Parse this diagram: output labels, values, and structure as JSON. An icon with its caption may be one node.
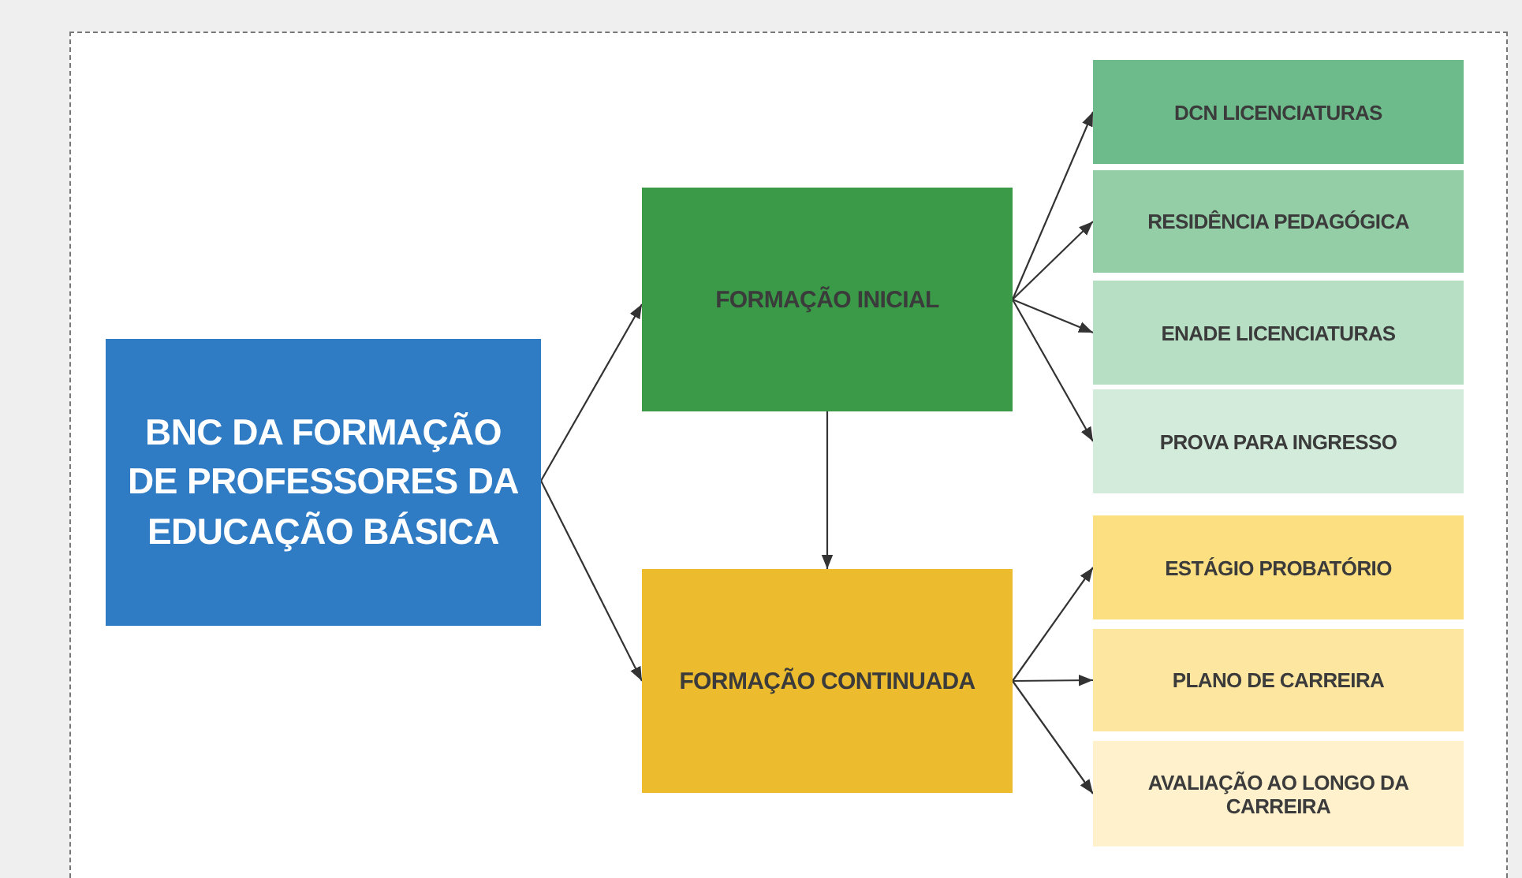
{
  "diagram": {
    "nodes": [
      {
        "text": [
          "BNC DA FORMAÇÃO DE PROFESSORES DA EDUCAÇÃO BÁSICA"
        ]
      },
      {
        "text": [
          "FORMAÇÃO INICIAL"
        ]
      },
      {
        "text": [
          "FORMAÇÃO CONTINUADA"
        ]
      },
      {
        "text": [
          "DCN LICENCIATURAS"
        ]
      },
      {
        "text": [
          "RESIDÊNCIA PEDAGÓGICA"
        ]
      },
      {
        "text": [
          "ENADE LICENCIATURAS"
        ]
      },
      {
        "text": [
          "PROVA PARA INGRESSO"
        ]
      },
      {
        "text": [
          "ESTÁGIO PROBATÓRIO"
        ]
      },
      {
        "text": [
          "PLANO DE CARREIRA"
        ]
      },
      {
        "text": [
          "AVALIAÇÃO AO LONGO DA CARREIRA"
        ]
      }
    ],
    "edges": [
      {
        "from": 0,
        "to": 1,
        "arrow": "to"
      },
      {
        "from": 0,
        "to": 2,
        "arrow": "to"
      },
      {
        "from": 1,
        "to": 2,
        "arrow": "to"
      },
      {
        "from": 1,
        "to": 3,
        "arrow": "to"
      },
      {
        "from": 1,
        "to": 4,
        "arrow": "to"
      },
      {
        "from": 1,
        "to": 5,
        "arrow": "to"
      },
      {
        "from": 1,
        "to": 6,
        "arrow": "to"
      },
      {
        "from": 2,
        "to": 7,
        "arrow": "to"
      },
      {
        "from": 2,
        "to": 8,
        "arrow": "to"
      },
      {
        "from": 2,
        "to": 9,
        "arrow": "to"
      }
    ]
  }
}
